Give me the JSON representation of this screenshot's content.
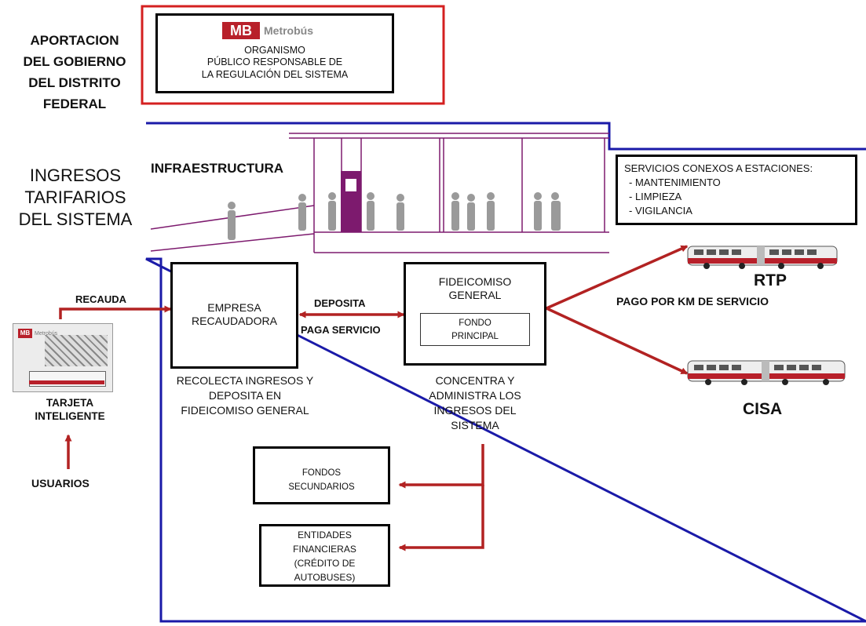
{
  "gov": {
    "side_label": [
      "APORTACION",
      "DEL GOBIERNO",
      "DEL DISTRITO",
      "FEDERAL"
    ],
    "logo_text": "Metrobús",
    "box_lines": [
      "ORGANISMO",
      "PÚBLICO RESPONSABLE DE",
      "LA REGULACIÓN DEL SISTEMA"
    ]
  },
  "income": {
    "side_label": [
      "INGRESOS",
      "TARIFARIOS",
      "DEL SISTEMA"
    ],
    "infra_label": "INFRAESTRUCTURA"
  },
  "services": {
    "title": "SERVICIOS CONEXOS A ESTACIONES:",
    "items": [
      "- MANTENIMIENTO",
      "- LIMPIEZA",
      "- VIGILANCIA"
    ]
  },
  "card": {
    "logo_text": "Metrobús",
    "label": [
      "TARJETA",
      "INTELIGENTE"
    ]
  },
  "users_label": "USUARIOS",
  "recauda_label": "RECAUDA",
  "empresa": {
    "box": [
      "EMPRESA",
      "RECAUDADORA"
    ],
    "caption": [
      "RECOLECTA INGRESOS Y",
      "DEPOSITA EN",
      "FIDEICOMISO GENERAL"
    ]
  },
  "deposita_label": "DEPOSITA",
  "paga_label": "PAGA SERVICIO",
  "fideicomiso": {
    "box": [
      "FIDEICOMISO",
      "GENERAL"
    ],
    "inner": [
      "FONDO",
      "PRINCIPAL"
    ],
    "caption": [
      "CONCENTRA Y",
      "ADMINISTRA LOS",
      "INGRESOS DEL",
      "SISTEMA"
    ]
  },
  "rtp_label": "RTP",
  "cisa_label": "CISA",
  "pago_label": "PAGO POR KM DE SERVICIO",
  "fondos_box": [
    "FONDOS",
    "SECUNDARIOS"
  ],
  "entidades_box": [
    "ENTIDADES",
    "FINANCIERAS",
    "(CRÉDITO DE",
    "AUTOBUSES)"
  ],
  "colors": {
    "arrow": "#b22222",
    "gov_border": "#d42020",
    "system_border": "#1a1aa8",
    "station": "#7d1a6e",
    "bus_body": "#eeeeee",
    "bus_stripe": "#b8202a"
  }
}
